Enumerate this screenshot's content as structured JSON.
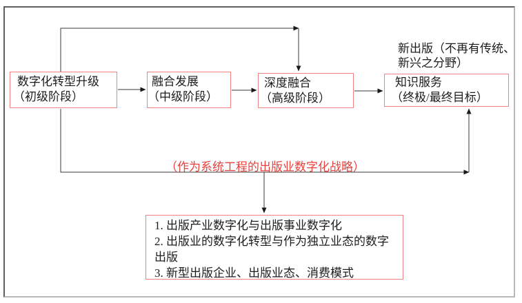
{
  "diagram": {
    "stages": [
      {
        "line1": "数字化转型升级",
        "line2": "（初级阶段）"
      },
      {
        "line1": "融合发展",
        "line2": "（中级阶段）"
      },
      {
        "line1": "深度融合",
        "line2": "（高级阶段）"
      },
      {
        "line1": "知识服务",
        "line2": "（终极/最终目标）"
      }
    ],
    "top_annotation": {
      "line1": "新出版（不再有传统、",
      "line2": "新兴之分野）"
    },
    "strategy_note": "（作为系统工程的出版业数字化战略）",
    "detail_box": {
      "lines": [
        "1. 出版产业数字化与出版事业数字化",
        "2. 出版业的数字化转型与作为独立业态的数字",
        "出版",
        "3. 新型出版企业、出版业态、消费模式"
      ]
    },
    "colors": {
      "stage_box_border": "#f08080",
      "strategy_text": "#e8403a",
      "connector_line": "#3a3a3a",
      "arrowhead": "#1a1a1a",
      "frame_dark": "#5f5f5f",
      "frame_light": "#b8b8b8"
    }
  }
}
